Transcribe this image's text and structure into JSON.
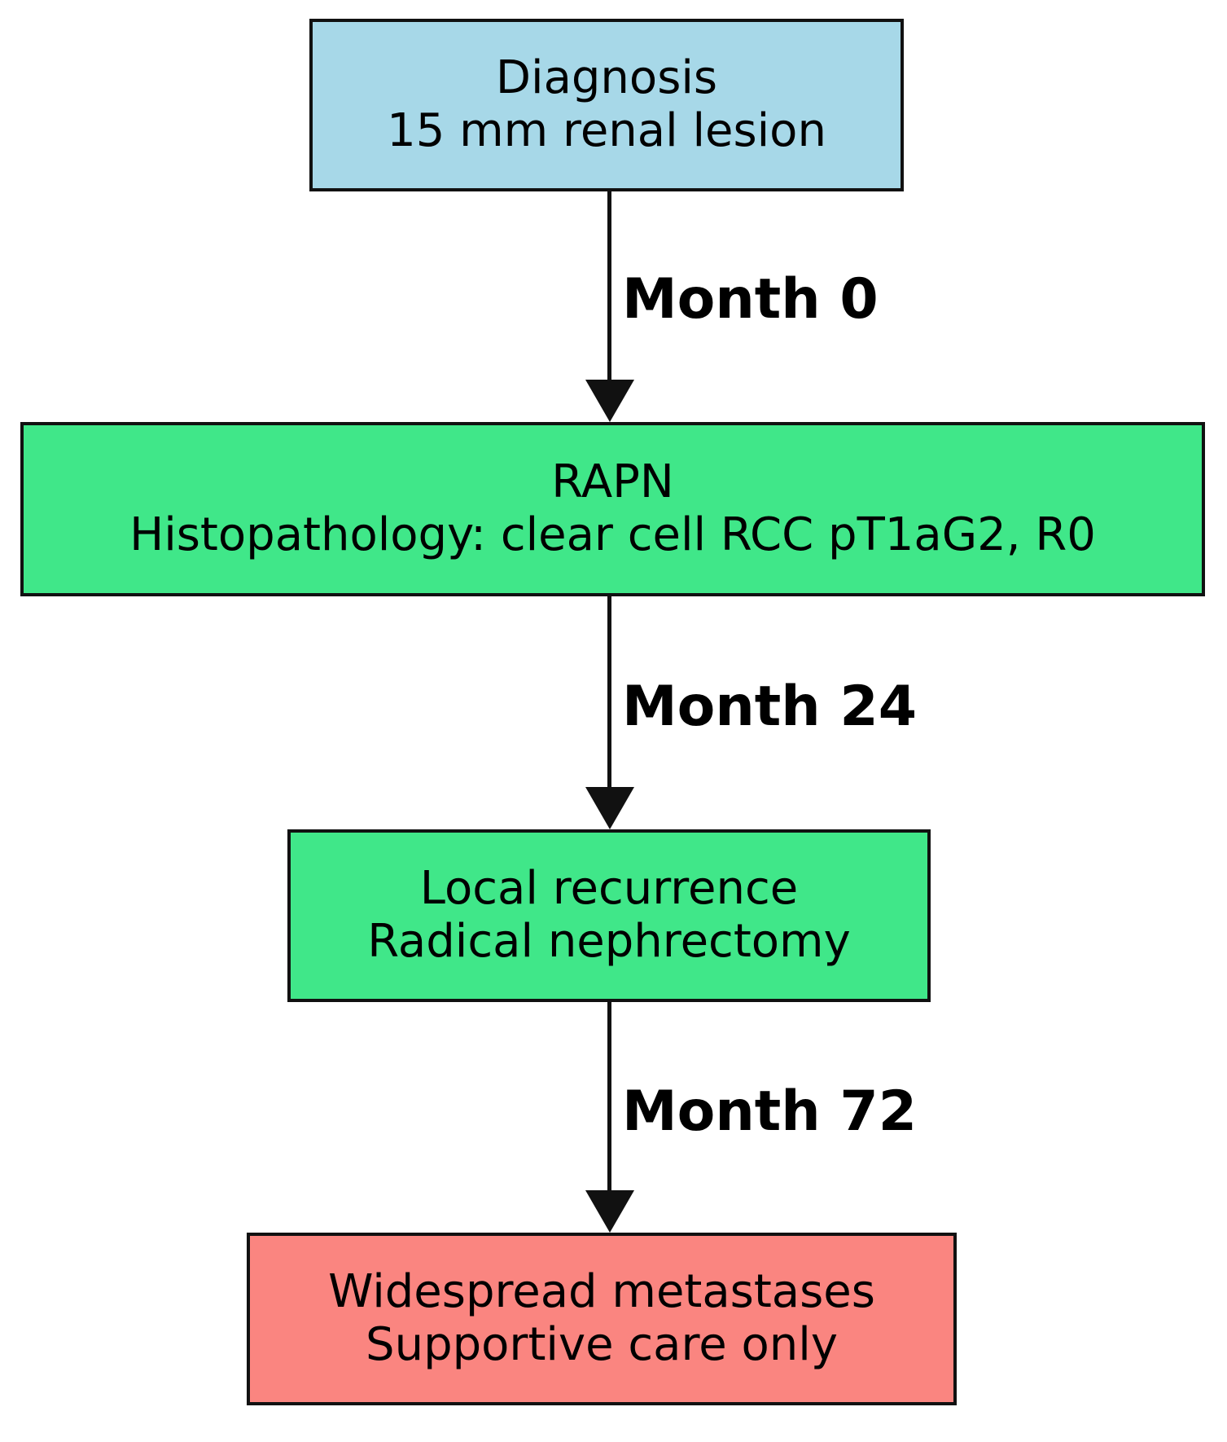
{
  "diagram": {
    "type": "flowchart",
    "orientation": "top-down",
    "background": "#FFFFFF",
    "stroke": "#111111",
    "text_color": "#000000",
    "nodes": [
      {
        "id": "diagnosis",
        "lines": [
          "Diagnosis",
          "15 mm renal lesion"
        ],
        "fill": "#A7D8E8"
      },
      {
        "id": "rapn",
        "lines": [
          "RAPN",
          "Histopathology: clear cell RCC pT1aG2, R0"
        ],
        "fill": "#40E789"
      },
      {
        "id": "local-recurrence",
        "lines": [
          "Local recurrence",
          "Radical nephrectomy"
        ],
        "fill": "#40E789"
      },
      {
        "id": "widespread-metastases",
        "lines": [
          "Widespread metastases",
          "Supportive care only"
        ],
        "fill": "#FA8580"
      }
    ],
    "edges": [
      {
        "from": "diagnosis",
        "to": "rapn",
        "label": "Month 0"
      },
      {
        "from": "rapn",
        "to": "local-recurrence",
        "label": "Month 24"
      },
      {
        "from": "local-recurrence",
        "to": "widespread-metastases",
        "label": "Month 72"
      }
    ]
  }
}
